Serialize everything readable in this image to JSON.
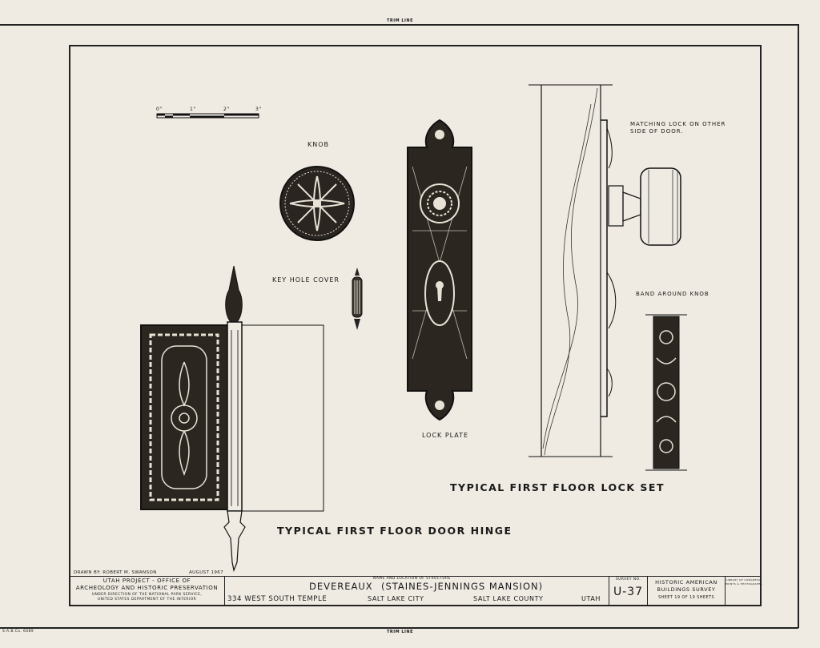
{
  "sheet": {
    "trim_line_top": "TRIM LINE",
    "trim_line_bottom": "TRIM LINE",
    "printer_mark": "S-A.B.Co. 6089"
  },
  "scale_bar": {
    "ticks": [
      "0\"",
      "1\"",
      "2\"",
      "3\""
    ]
  },
  "labels": {
    "knob": "KNOB",
    "key_hole_cover": "KEY HOLE COVER",
    "lock_plate": "LOCK PLATE",
    "matching_lock_line1": "MATCHING LOCK ON OTHER",
    "matching_lock_line2": "SIDE OF DOOR.",
    "band_around_knob": "BAND AROUND KNOB",
    "lock_set_title": "TYPICAL FIRST FLOOR LOCK SET",
    "door_hinge_title": "TYPICAL FIRST FLOOR DOOR HINGE"
  },
  "title_block": {
    "drawn_by": "DRAWN BY: ROBERT M. SWANSON",
    "date": "AUGUST 1967",
    "project_line1": "UTAH PROJECT - OFFICE OF",
    "project_line2": "ARCHEOLOGY AND HISTORIC PRESERVATION",
    "direction_line1": "UNDER DIRECTION OF THE NATIONAL PARK SERVICE,",
    "direction_line2": "UNITED STATES DEPARTMENT OF THE INTERIOR",
    "name_location_caption": "NAME AND LOCATION OF STRUCTURE",
    "structure_name": "DEVEREAUX",
    "structure_alt_name": "(STAINES-JENNINGS MANSION)",
    "address": "334 WEST SOUTH TEMPLE",
    "city": "SALT LAKE CITY",
    "county": "SALT LAKE COUNTY",
    "state": "UTAH",
    "survey_no_caption": "SURVEY NO.",
    "survey_no": "U-37",
    "habs_line1": "HISTORIC AMERICAN",
    "habs_line2": "BUILDINGS SURVEY",
    "sheet_info": "SHEET 19 OF 19 SHEETS",
    "library_line1": "LIBRARY OF CONGRESS",
    "library_line2": "PRINTS & PHOTOGRAPHS"
  }
}
